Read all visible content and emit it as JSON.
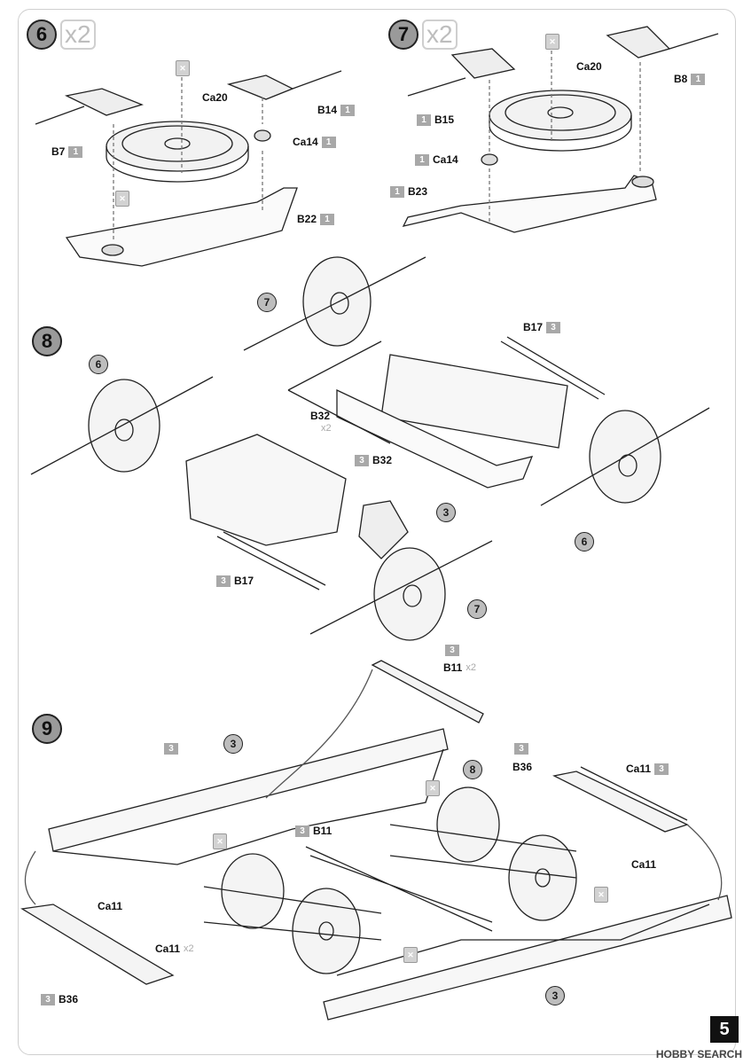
{
  "steps": {
    "s6": {
      "num": "6",
      "mult": "x2"
    },
    "s7": {
      "num": "7",
      "mult": "x2"
    },
    "s8": {
      "num": "8"
    },
    "s9": {
      "num": "9"
    }
  },
  "labels": {
    "b7": {
      "part": "B7",
      "qty": "1"
    },
    "ca20a": {
      "part": "Ca20"
    },
    "b14": {
      "part": "B14",
      "qty": "1"
    },
    "ca14a": {
      "part": "Ca14",
      "qty": "1"
    },
    "b22": {
      "part": "B22",
      "qty": "1"
    },
    "ca20b": {
      "part": "Ca20"
    },
    "b8": {
      "part": "B8",
      "qty": "1"
    },
    "b15": {
      "part": "B15",
      "qty": "1"
    },
    "ca14b": {
      "part": "Ca14",
      "qty": "1"
    },
    "b23": {
      "part": "B23",
      "qty": "1"
    },
    "b17a": {
      "part": "B17",
      "qty": "3"
    },
    "b32a": {
      "part": "B32",
      "mult": "x2"
    },
    "b32b": {
      "part": "B32",
      "qty": "3"
    },
    "b17b": {
      "part": "B17",
      "qty": "3"
    },
    "b11a": {
      "part": "B11",
      "qty": "3",
      "mult": "x2"
    },
    "b36a": {
      "part": "B36",
      "qty": "3"
    },
    "ca11a": {
      "part": "Ca11",
      "qty": "3"
    },
    "b11b": {
      "part": "B11",
      "qty": "3"
    },
    "ca11b": {
      "part": "Ca11"
    },
    "ca11c": {
      "part": "Ca11"
    },
    "ca11d": {
      "part": "Ca11",
      "mult": "x2"
    },
    "b36b": {
      "part": "B36",
      "qty": "3"
    },
    "s9qty": {
      "qty": "3"
    }
  },
  "callouts": {
    "c7a": "7",
    "c6a": "6",
    "c3a": "3",
    "c6b": "6",
    "c7b": "7",
    "c3b": "3",
    "c8": "8",
    "c3c": "3"
  },
  "page_number": "5",
  "watermark": "HOBBY SEARCH"
}
